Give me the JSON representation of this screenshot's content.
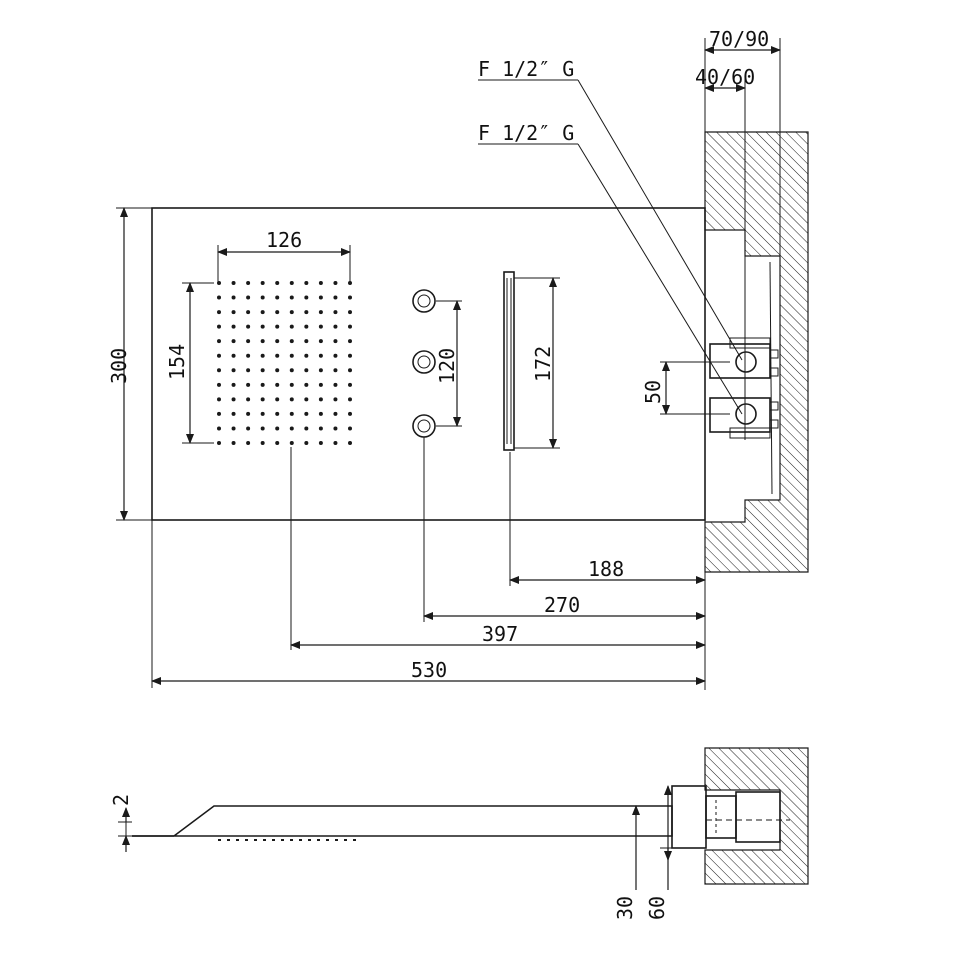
{
  "labels": {
    "pipe_thread_top": "F 1/2″ G",
    "pipe_thread_bottom": "F 1/2″ G",
    "depth_outer": "70/90",
    "depth_inner": "40/60",
    "width_rain": "126",
    "height_rain": "154",
    "height_panel": "300",
    "spacing_jets": "120",
    "height_waterfall": "172",
    "spacing_inlets": "50",
    "dist_waterfall": "188",
    "dist_jets": "270",
    "dist_rain": "397",
    "width_panel": "530",
    "side_lip": "2",
    "side_thickness": "30",
    "side_offset": "60"
  },
  "colors": {
    "line": "#1a1a1a",
    "background": "#ffffff",
    "hatch": "#1a1a1a"
  },
  "rain_grid": {
    "cols": 10,
    "rows": 12
  }
}
